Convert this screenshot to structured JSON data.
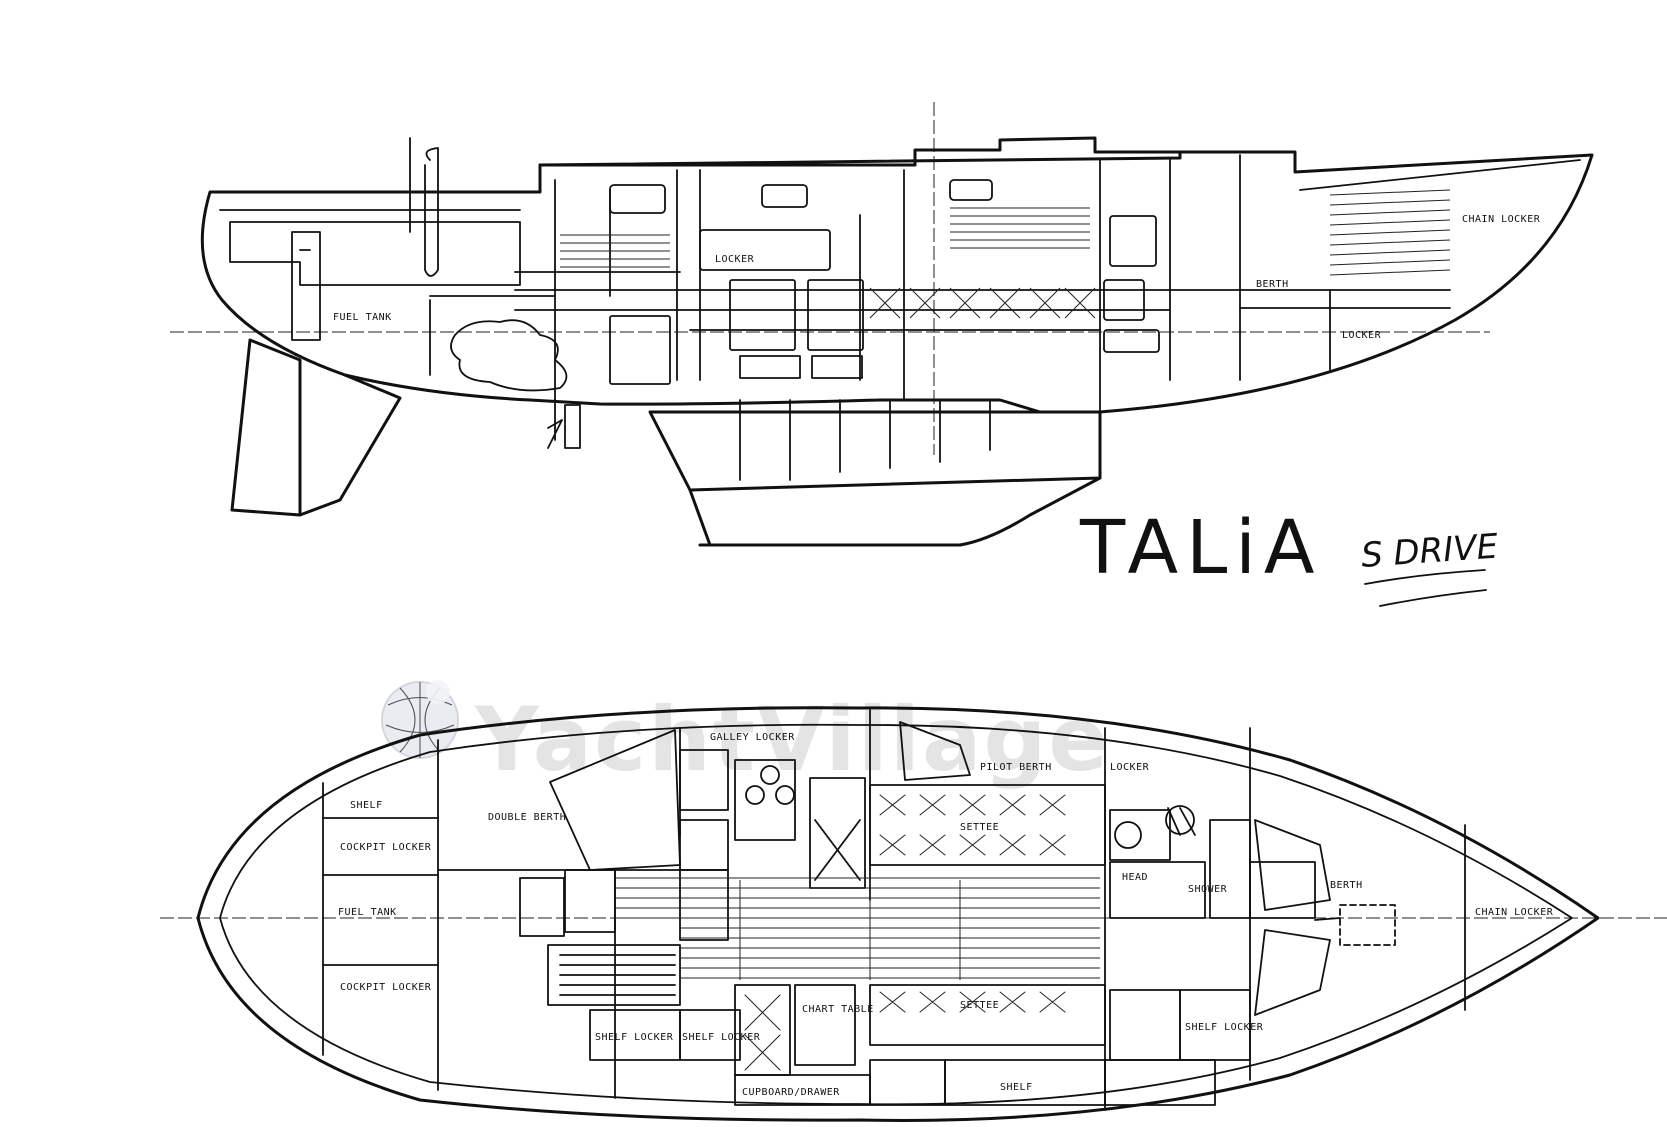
{
  "title": "TALiA",
  "subtitle": "S DRIVE",
  "watermark": "YachtVillage",
  "profile_labels": {
    "fuel_tank": "FUEL TANK",
    "locker": "LOCKER",
    "chain_locker": "CHAIN LOCKER",
    "berth": "BERTH",
    "locker_fwd": "LOCKER"
  },
  "plan_labels": {
    "shelf": "SHELF",
    "cockpit_locker_upper": "COCKPIT LOCKER",
    "fuel_tank": "FUEL TANK",
    "cockpit_locker_lower": "COCKPIT LOCKER",
    "double_berth": "DOUBLE BERTH",
    "galley_locker": "GALLEY LOCKER",
    "pilot_berth": "PILOT BERTH",
    "locker": "LOCKER",
    "settee_upper": "SETTEE",
    "settee_lower": "SETTEE",
    "head": "HEAD",
    "shower": "SHOWER",
    "berth": "BERTH",
    "chain_locker": "CHAIN LOCKER",
    "chart_table": "CHART TABLE",
    "shelf_locker_a": "SHELF LOCKER",
    "shelf_locker_b": "SHELF LOCKER",
    "shelf_locker_c": "SHELF LOCKER",
    "cupboard_drawer": "CUPBOARD/DRAWER",
    "shelf_bottom": "SHELF"
  }
}
